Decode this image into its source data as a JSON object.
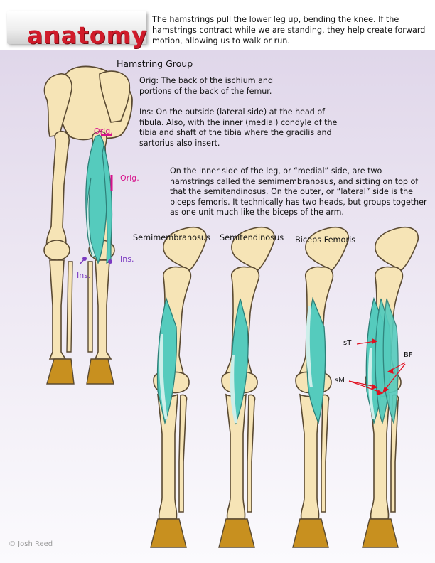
{
  "header": {
    "logo": "anatomy",
    "intro": "The hamstrings pull the lower leg up, bending the knee.  If the hamstrings contract while we are standing,  they help create forward motion, allowing us to walk or run."
  },
  "title": "Hamstring Group",
  "origin_text": "Orig:  The back of the ischium and portions of the back of the femur.",
  "insertion_text": "Ins:  On the outside (lateral side)  at the head of fibula.  Also, with the inner (medial) condyle of the tibia and shaft of the tibia where the gracilis and sartorius also insert.",
  "medial_lateral_text": "On the inner side of the leg, or “medial” side, are two hamstrings called the semimembranosus, and sitting on top of that the semitendinosus.  On the outer, or “lateral” side is the biceps femoris.  It technically has two heads, but groups together as one unit much like the biceps of the arm.",
  "muscle_labels": [
    "Semimembranosus",
    "Semitendinosus",
    "Biceps Femoris"
  ],
  "main_labels": {
    "orig_1": "Orig.",
    "orig_2": "Orig.",
    "ins_1": "Ins.",
    "ins_2": "Ins."
  },
  "callouts": {
    "st": "sT",
    "sm": "sM",
    "bf": "BF"
  },
  "copyright": "© Josh Reed",
  "colors": {
    "bone": "#f6e4b6",
    "bone_outline": "#5a4a32",
    "muscle": "#55cbbd",
    "foot": "#c8901f",
    "origin": "#d6128b",
    "insertion": "#7b39c1",
    "arrow": "#e01020",
    "logo": "#d01b2a"
  }
}
